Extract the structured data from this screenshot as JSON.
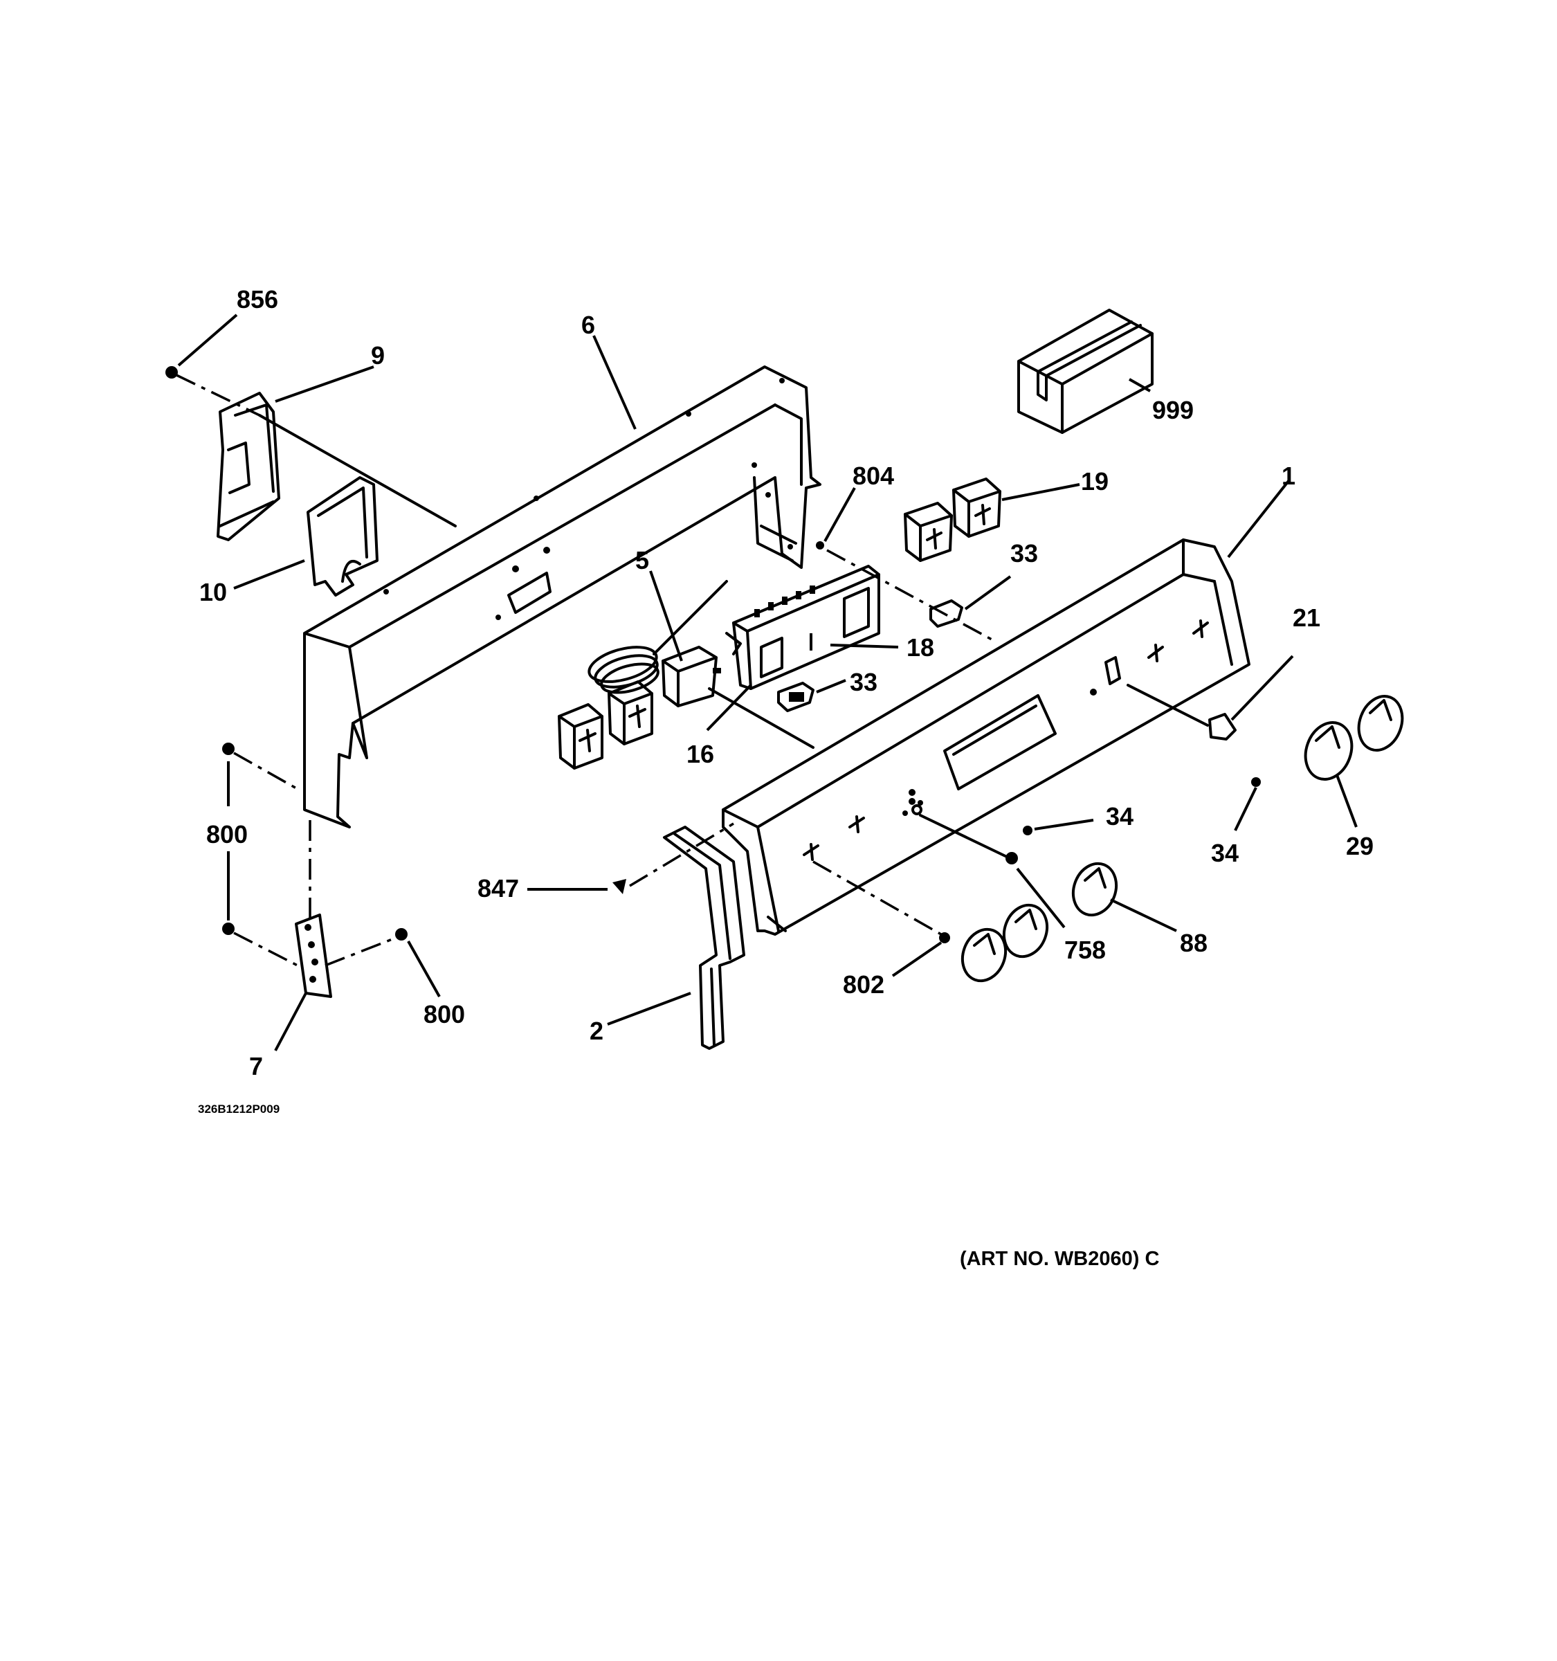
{
  "callouts": [
    "856",
    "9",
    "6",
    "999",
    "804",
    "19",
    "1",
    "10",
    "5",
    "33",
    "18",
    "33",
    "21",
    "16",
    "34",
    "34",
    "29",
    "800",
    "847",
    "758",
    "88",
    "800",
    "802",
    "2",
    "7"
  ],
  "drawing_code": "326B1212P009",
  "art_number": "(ART NO. WB2060) C"
}
